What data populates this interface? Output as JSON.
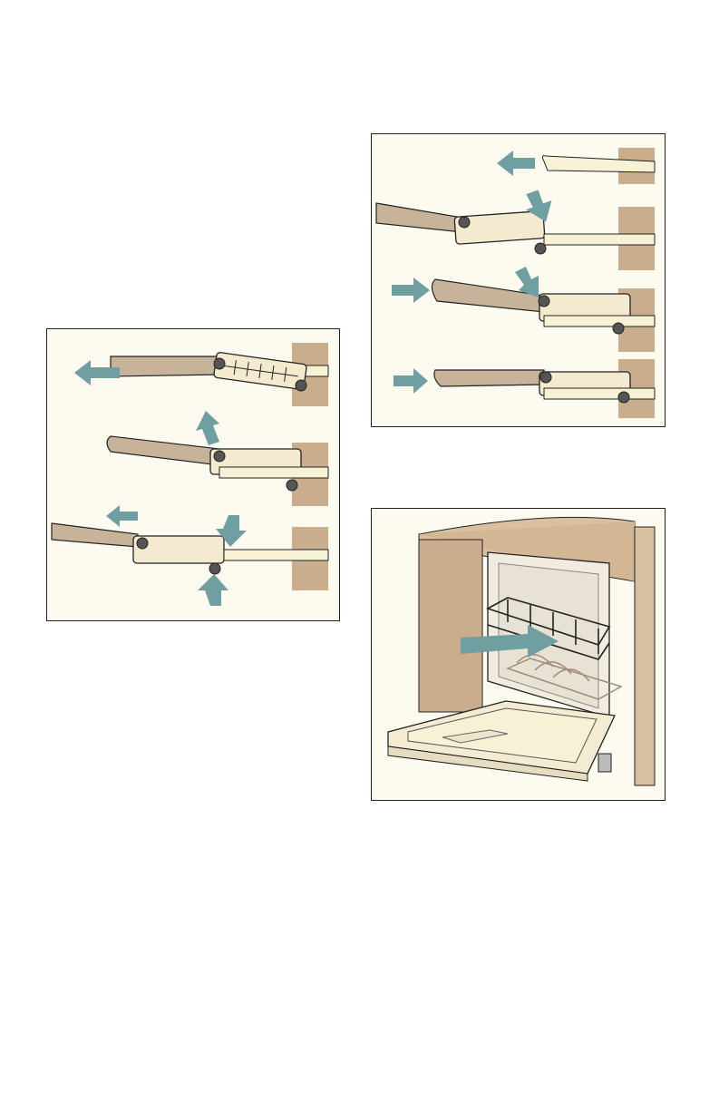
{
  "figures": [
    {
      "id": "fig-a",
      "icon": "rail-removal-diagram"
    },
    {
      "id": "fig-b",
      "icon": "rail-installation-diagram"
    },
    {
      "id": "fig-c",
      "icon": "dishwasher-rack-diagram"
    }
  ],
  "colors": {
    "arrow": "#6f9fa0",
    "rail": "#c7b39a",
    "wall": "#c9ad8c",
    "panel": "#fdfaf0",
    "cream": "#f7f1d6",
    "line": "#222222"
  }
}
